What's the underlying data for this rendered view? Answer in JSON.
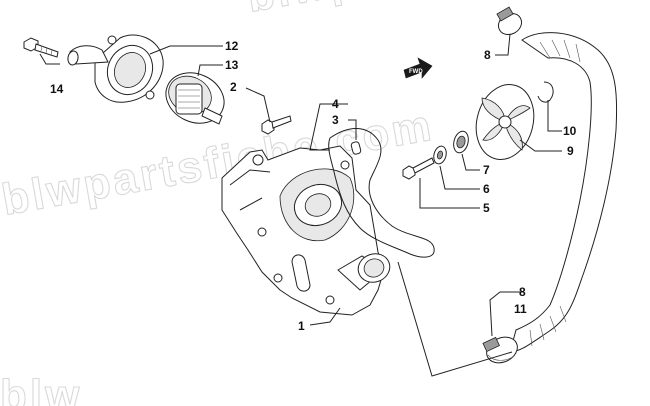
{
  "watermark": {
    "text_main": "blwpartsfiche.com",
    "text_top": "blwpartsfiche.com",
    "text_bottom": "blw"
  },
  "direction_arrow": {
    "label": "FWD"
  },
  "callouts": {
    "c1": "1",
    "c2": "2",
    "c3": "3",
    "c4": "4",
    "c5": "5",
    "c6": "6",
    "c7": "7",
    "c8_top": "8",
    "c8_bottom": "8",
    "c9": "9",
    "c10": "10",
    "c11": "11",
    "c12": "12",
    "c13": "13",
    "c14": "14"
  }
}
